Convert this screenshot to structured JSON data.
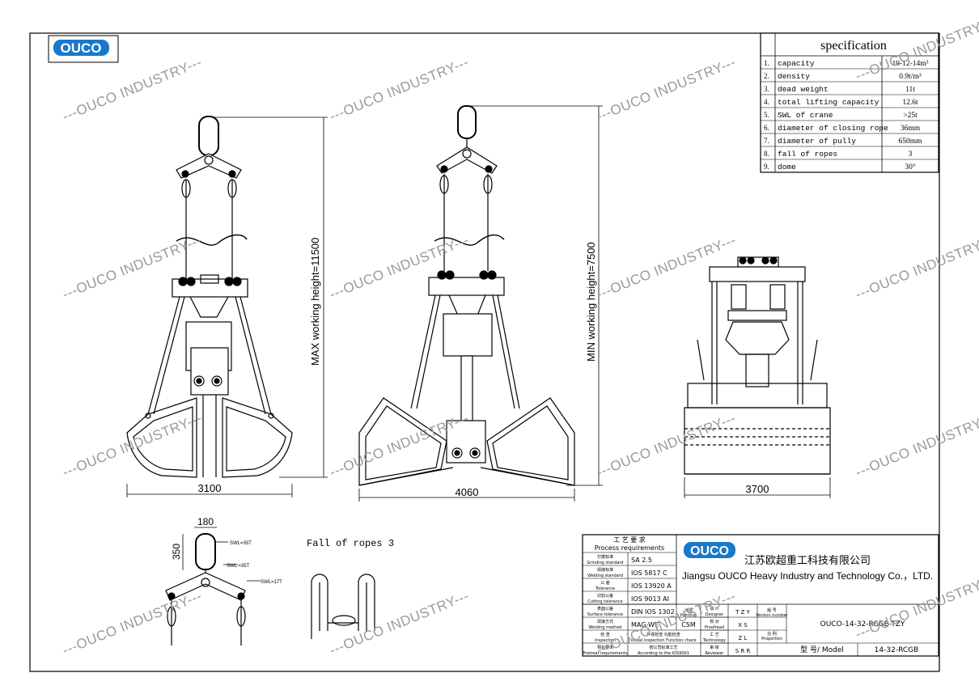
{
  "brand": {
    "logo_text": "OUCO",
    "accent_color": "#1a78c8",
    "company_cn": "江苏欧超重工科技有限公司",
    "company_en": "Jiangsu OUCO Heavy Industry and Technology Co.，LTD."
  },
  "watermark": "---OUCO INDUSTRY---",
  "specification": {
    "title": "specification",
    "rows": [
      {
        "no": "1.",
        "name": "capacity",
        "value": "10-12-14m³"
      },
      {
        "no": "2.",
        "name": "density",
        "value": "0.9t/m³"
      },
      {
        "no": "3.",
        "name": "dead weight",
        "value": "11t"
      },
      {
        "no": "4.",
        "name": "total lifting capacity",
        "value": "12.6t"
      },
      {
        "no": "5.",
        "name": "SWL of crane",
        "value": ">25t"
      },
      {
        "no": "6.",
        "name": "diameter of closing rope",
        "value": "36mm"
      },
      {
        "no": "7.",
        "name": "diameter of pully",
        "value": "650mm"
      },
      {
        "no": "8.",
        "name": "fall of ropes",
        "value": "3"
      },
      {
        "no": "9.",
        "name": "dome",
        "value": "30°"
      }
    ]
  },
  "dimensions": {
    "max_height": "MAX working height=11500",
    "min_height": "MIN working height=7500",
    "width_closed": "3100",
    "width_open": "4060",
    "width_side": "3700",
    "shackle_width": "180",
    "shackle_height": "350",
    "swl_35_a": "SWL=35T",
    "swl_35_b": "SWL =35T",
    "swl_17": "SWL=17T",
    "fall_of_ropes": "Fall of ropes   3"
  },
  "title_block": {
    "process_cn": "工 艺 要 求",
    "process_en": "Process requirements",
    "rows": [
      {
        "cn": "打磨标准",
        "en": "Grinding standard",
        "value": "SA  2.5"
      },
      {
        "cn": "焊接标准",
        "en": "Welding standard",
        "value": "IOS  5817  C"
      },
      {
        "cn": "公 差",
        "en": "Tolerance",
        "value": "IOS  13920  A"
      },
      {
        "cn": "切割公差",
        "en": "Cutting tolerance",
        "value": "IOS  9013  AI"
      },
      {
        "cn": "表面公差",
        "en": "Surface tolerance",
        "value": "DIN  IOS  1302"
      },
      {
        "cn": "焊接方式",
        "en": "Welding method",
        "value": "MAG-WE"
      }
    ],
    "inspection_cn": "检 查",
    "inspection_en": "Inspection",
    "inspection_value_cn": "外观检查  功能检查",
    "inspection_value_en": "Visual inspection  Function check",
    "pretreat_cn": "预处要求",
    "pretreat_en": "Pretreat requirements",
    "pretreat_value_cn": "按公司标准工艺",
    "pretreat_value_en": "According to the IOS9001",
    "painting_cn": "涂漆",
    "painting_en": "Painting",
    "painting_value": "C5M",
    "designer_cn": "设 计",
    "designer_en": "Designer",
    "designer_value": "T Z Y",
    "proofread_cn": "校 对",
    "proofread_en": "Proofread",
    "proofread_value": "X S",
    "technology_cn": "工 艺",
    "technology_en": "Technology",
    "technology_value": "Z L",
    "reviewer_cn": "审 核",
    "reviewer_en": "Reviewer",
    "reviewer_value": "S R R",
    "version_cn": "版 号",
    "version_en": "Version number",
    "version_value": "OUCO-14-32-RCGB-TZY",
    "proportion_cn": "比 例",
    "proportion_en": "Proportion",
    "model_label": "型 号/ Model",
    "model_value": "14-32-RCGB"
  }
}
